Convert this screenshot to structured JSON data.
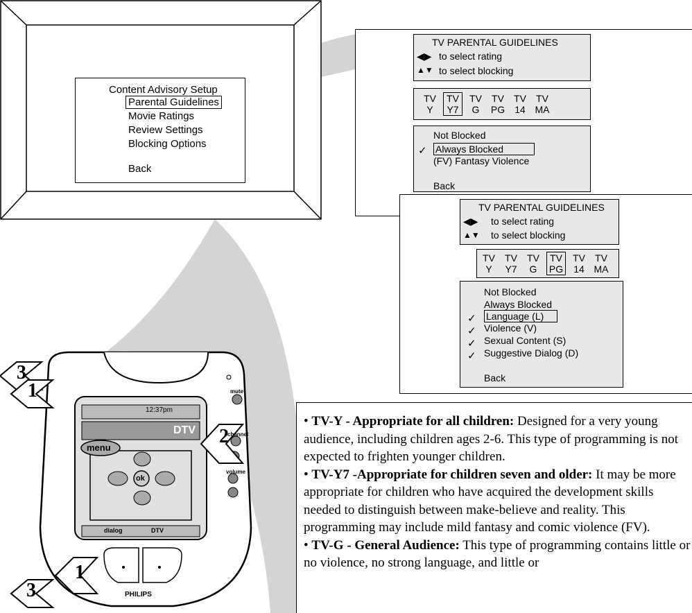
{
  "tv_menu": {
    "title": "Content Advisory Setup",
    "items": [
      "Parental Guidelines",
      "Movie Ratings",
      "Review Settings",
      "Blocking Options",
      "Back"
    ]
  },
  "panel1": {
    "header": "TV PARENTAL GUIDELINES",
    "hint_rating": "to select rating",
    "hint_blocking": "to select blocking",
    "ratings": [
      [
        "TV",
        "Y"
      ],
      [
        "TV",
        "Y7"
      ],
      [
        "TV",
        "G"
      ],
      [
        "TV",
        "PG"
      ],
      [
        "TV",
        "14"
      ],
      [
        "TV",
        "MA"
      ]
    ],
    "selected_rating_index": 1,
    "options": [
      "Not Blocked",
      "Always Blocked",
      "(FV) Fantasy Violence",
      "Back"
    ]
  },
  "panel2": {
    "header": "TV PARENTAL GUIDELINES",
    "hint_rating": "to select rating",
    "hint_blocking": "to select blocking",
    "ratings": [
      [
        "TV",
        "Y"
      ],
      [
        "TV",
        "Y7"
      ],
      [
        "TV",
        "G"
      ],
      [
        "TV",
        "PG"
      ],
      [
        "TV",
        "14"
      ],
      [
        "TV",
        "MA"
      ]
    ],
    "selected_rating_index": 3,
    "options": [
      "Not Blocked",
      "Always Blocked",
      "Language (L)",
      "Violence (V)",
      "Sexual Content (S)",
      "Suggestive Dialog (D)",
      "Back"
    ]
  },
  "remote": {
    "brand": "PHILIPS",
    "time": "12:37pm",
    "dtv_label": "DTV",
    "menu_label": "menu",
    "ok_label": "ok",
    "mute_label": "mute",
    "channel_label": "channel",
    "volume_label": "volume",
    "dialog_label": "dialog",
    "dtv_small": "DTV",
    "step_labels": [
      "3",
      "1",
      "2",
      "1",
      "3"
    ]
  },
  "guide": {
    "p1_bold": "TV-Y - Appropriate for all children:",
    "p1_text": " Designed for a very young audience, including children ages 2-6. This type of programming is not expected to frighten younger children.",
    "p2_bold": "TV-Y7 -Appropriate for children seven and older:",
    "p2_text": " It may be more appropriate for children who have acquired the development skills needed to distinguish between make-believe and reality. This programming may include mild fantasy and comic violence (FV).",
    "p3_bold": "TV-G - General Audience:",
    "p3_text": " This type of programming contains little or no violence, no strong language, and little or"
  }
}
